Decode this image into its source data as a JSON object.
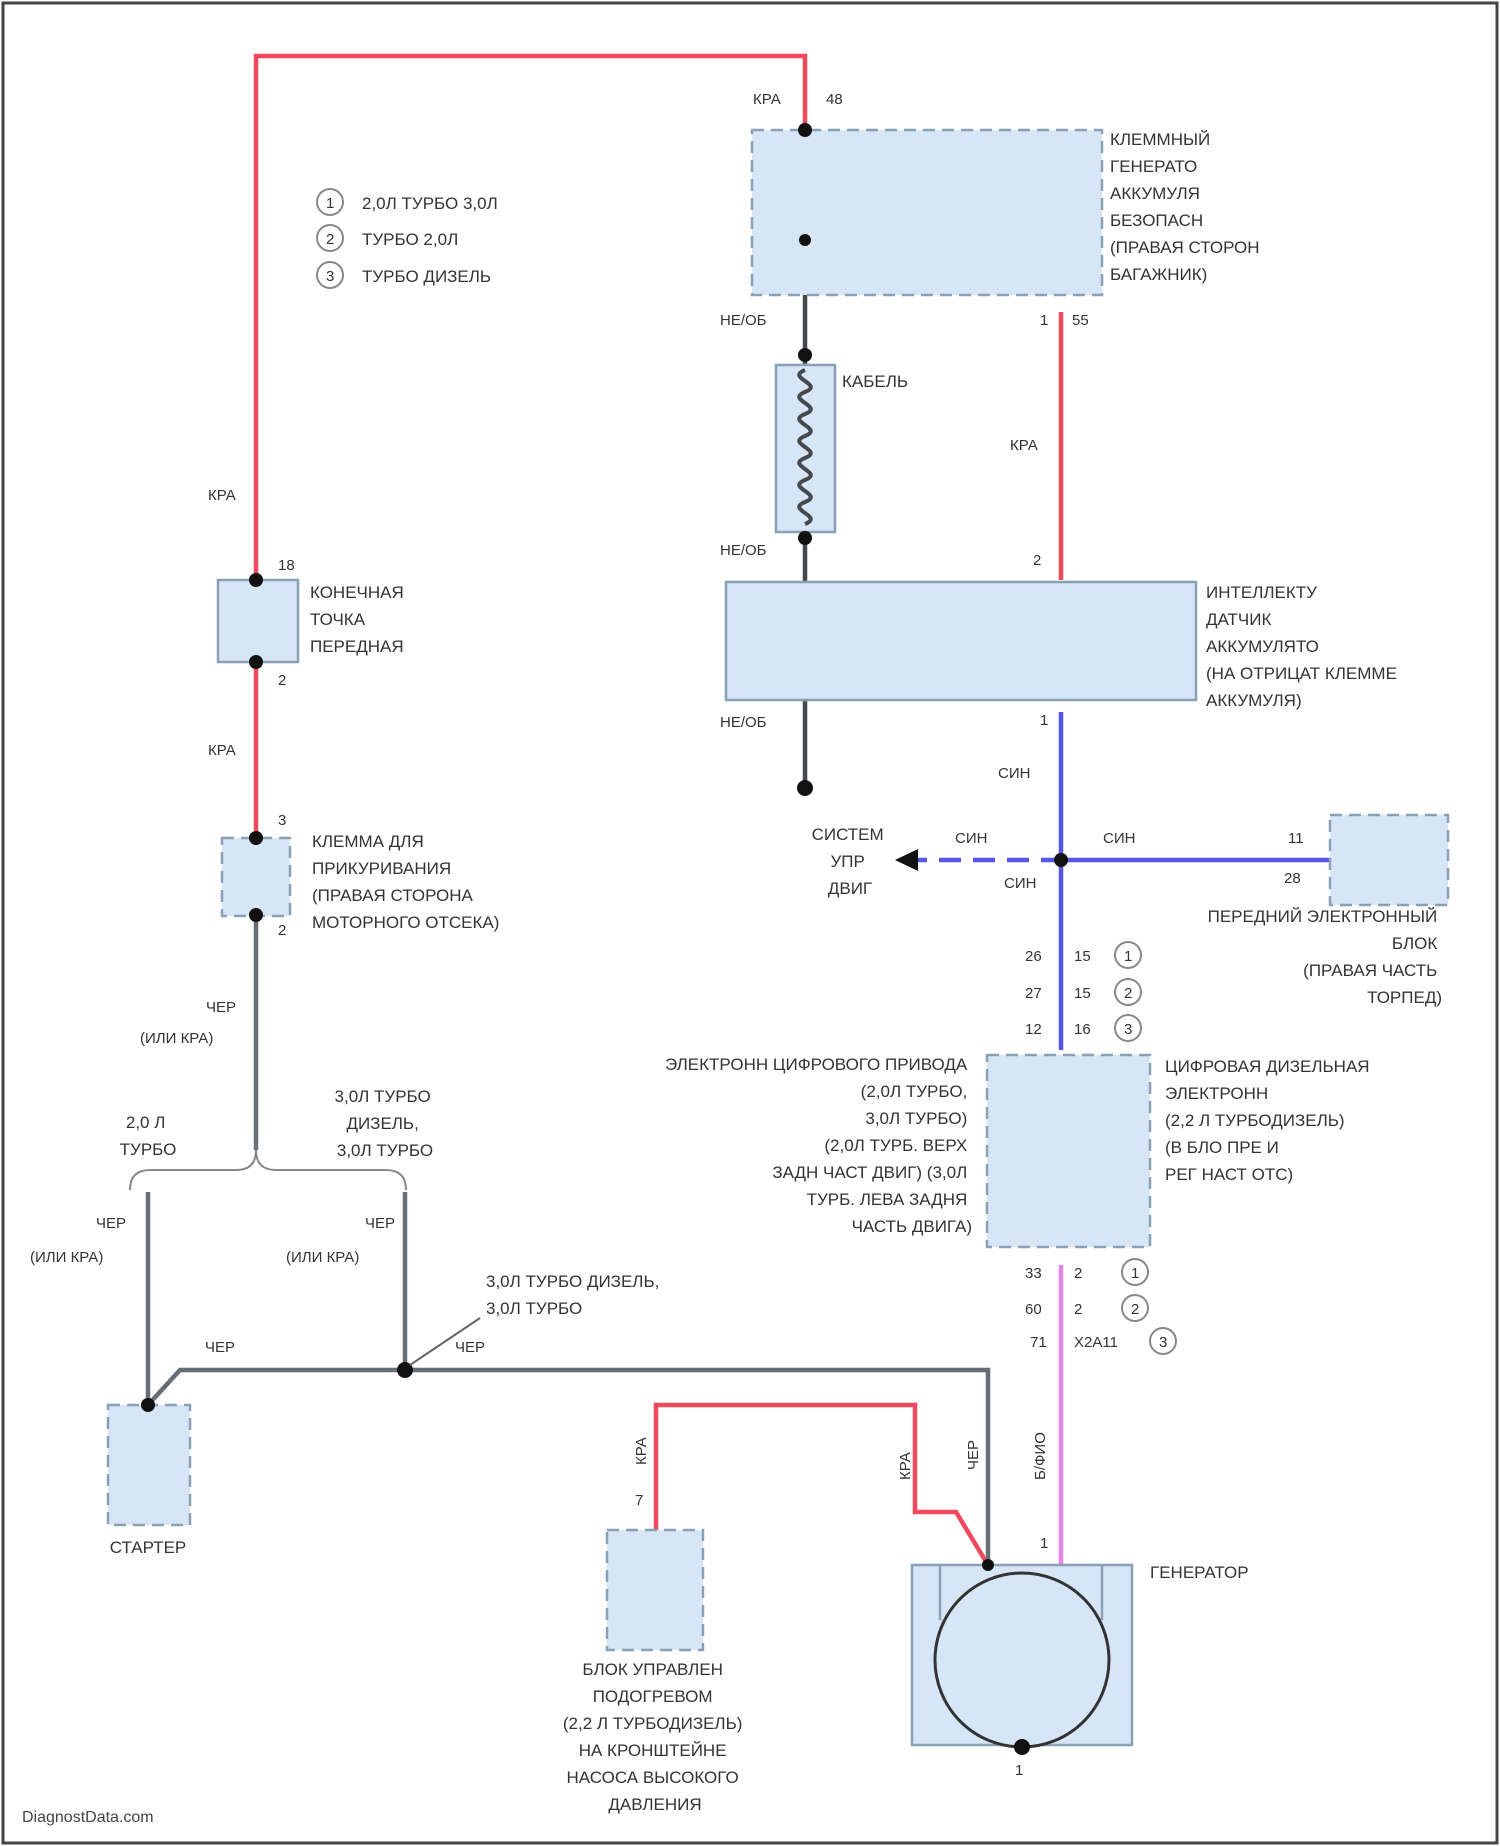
{
  "legend": {
    "item1": "2,0Л ТУРБО 3,0Л",
    "item2": "ТУРБО 2,0Л",
    "item3": "ТУРБО ДИЗЕЛЬ"
  },
  "components": {
    "terminal_box": [
      "КЛЕММНЫЙ",
      "ГЕНЕРАТО",
      "АККУМУЛЯ",
      "БЕЗОПАСН",
      "(ПРАВАЯ СТОРОН",
      "БАГАЖНИК)"
    ],
    "fuse": "КАБЕЛЬ",
    "battery_sensor": [
      "ИНТЕЛЛЕКТУ",
      "ДАТЧИК",
      "АККУМУЛЯТО",
      "(НА ОТРИЦАТ КЛЕММЕ",
      "АККУМУЛЯ)"
    ],
    "end_point": [
      "КОНЕЧНАЯ",
      "ТОЧКА",
      "ПЕРЕДНАЯ"
    ],
    "jump_terminal": [
      "КЛЕММА ДЛЯ",
      "ПРИКУРИВАНИЯ",
      "(ПРАВАЯ СТОРОНА",
      "МОТОРНОГО ОТСЕКА)"
    ],
    "front_module": [
      "ПЕРЕДНИЙ ЭЛЕКТРОННЫЙ",
      "БЛОК",
      "(ПРАВАЯ ЧАСТЬ",
      "ТОРПЕД)"
    ],
    "engine_ecu_left": [
      "ЭЛЕКТРОНН ЦИФРОВОГО ПРИВОДА",
      "(2,0Л ТУРБО,",
      "3,0Л ТУРБО)",
      "(2,0Л ТУРБ. ВЕРХ",
      "ЗАДН ЧАСТ ДВИГ) (3,0Л",
      "ТУРБ. ЛЕВА ЗАДНЯ",
      "ЧАСТЬ ДВИГА)"
    ],
    "engine_ecu_right": [
      "ЦИФРОВАЯ ДИЗЕЛЬНАЯ",
      "ЭЛЕКТРОНН",
      "(2,2 Л ТУРБОДИЗЕЛЬ)",
      "(В БЛО ПРЕ И",
      "РЕГ НАСТ ОТС)"
    ],
    "starter": "СТАРТЕР",
    "glow_module": [
      "БЛОК УПРАВЛЕН",
      "ПОДОГРЕВОМ",
      "(2,2 Л ТУРБОДИЗЕЛЬ)",
      "НА КРОНШТЕЙНЕ",
      "НАСОСА ВЫСОКОГО",
      "ДАВЛЕНИЯ"
    ],
    "generator": "ГЕНЕРАТОР",
    "engine_system": [
      "СИСТЕМ",
      "УПР",
      "ДВИГ"
    ]
  },
  "wires": {
    "kra": "КРА",
    "nevob": "НЕ/ОБ",
    "chr": "ЧЕР",
    "chr_or_kra": "(ИЛИ КРА)",
    "sin": "СИН",
    "bfio": "Б/ФИО",
    "kra_rot": "КРА",
    "chr_rot": "ЧЕР"
  },
  "pins": {
    "p48": "48",
    "p1": "1",
    "p55": "55",
    "p2": "2",
    "p1b": "1",
    "p1c": "1",
    "p18": "18",
    "p2a": "2",
    "p3": "3",
    "p2b": "2",
    "p11": "11",
    "p28": "28",
    "p26": "26",
    "p15a": "15",
    "p27": "27",
    "p15b": "15",
    "p12": "12",
    "p16": "16",
    "p33": "33",
    "p2c": "2",
    "p60": "60",
    "p2d": "2",
    "p71": "71",
    "x2a11": "X2A11",
    "p7": "7",
    "p1d": "1",
    "p1e": "1"
  },
  "badges": {
    "b1": "1",
    "b2": "2",
    "b3": "3"
  },
  "branches": {
    "b_2_0t": [
      "2,0 Л",
      "ТУРБО"
    ],
    "b_3_0td": [
      "3,0Л ТУРБО",
      "ДИЗЕЛЬ,",
      "3,0Л ТУРБО"
    ],
    "b_splice": [
      "3,0Л ТУРБО ДИЗЕЛЬ,",
      "3,0Л ТУРБО"
    ]
  },
  "watermark": "DiagnostData.com"
}
